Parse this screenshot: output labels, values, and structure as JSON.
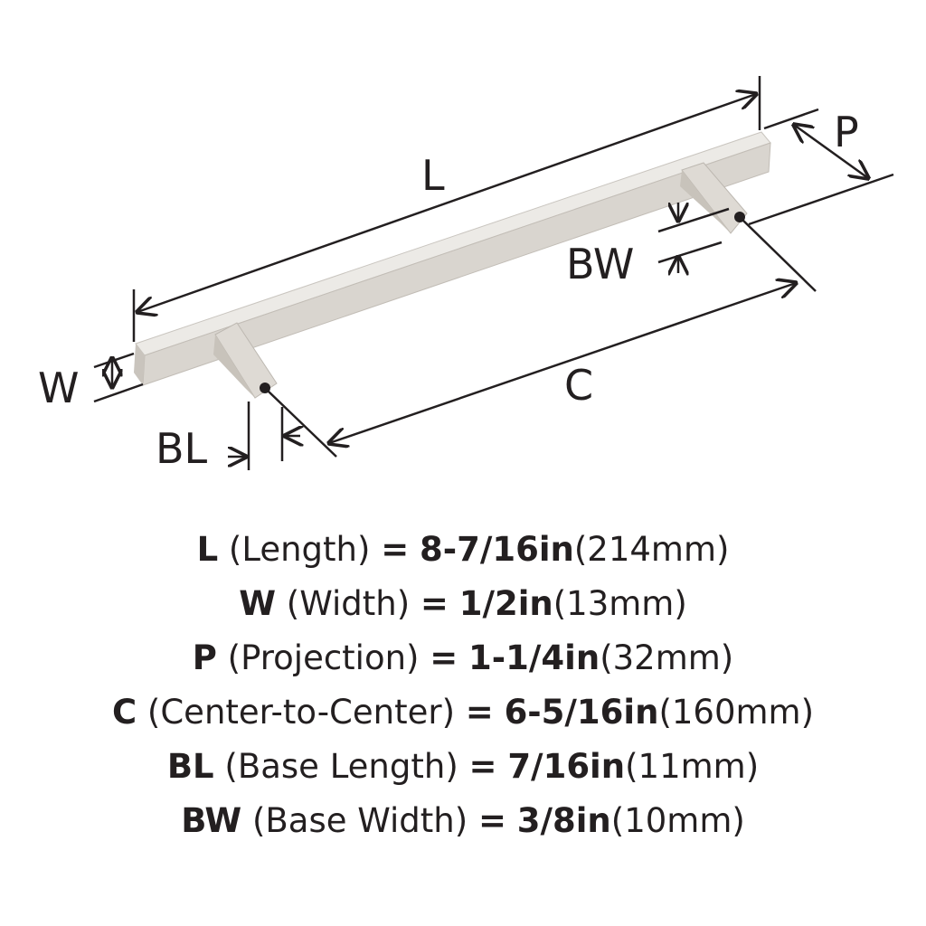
{
  "diagram_labels": {
    "L": "L",
    "W": "W",
    "P": "P",
    "C": "C",
    "BL": "BL",
    "BW": "BW"
  },
  "colors": {
    "ink": "#231f20",
    "metal_top": "#e6e3de",
    "metal_front": "#d2cec8",
    "metal_dark": "#b9b4ad"
  },
  "specs": [
    {
      "code": "L",
      "name": "(Length)",
      "eq": "=",
      "imperial": "8-7/16in",
      "metric": "(214mm)"
    },
    {
      "code": "W",
      "name": "(Width)",
      "eq": "=",
      "imperial": "1/2in",
      "metric": "(13mm)"
    },
    {
      "code": "P",
      "name": "(Projection)",
      "eq": "=",
      "imperial": "1-1/4in",
      "metric": "(32mm)"
    },
    {
      "code": "C",
      "name": "(Center-to-Center)",
      "eq": "=",
      "imperial": "6-5/16in",
      "metric": "(160mm)"
    },
    {
      "code": "BL",
      "name": "(Base Length)",
      "eq": "=",
      "imperial": "7/16in",
      "metric": "(11mm)"
    },
    {
      "code": "BW",
      "name": "(Base Width)",
      "eq": "=",
      "imperial": "3/8in",
      "metric": "(10mm)"
    }
  ]
}
